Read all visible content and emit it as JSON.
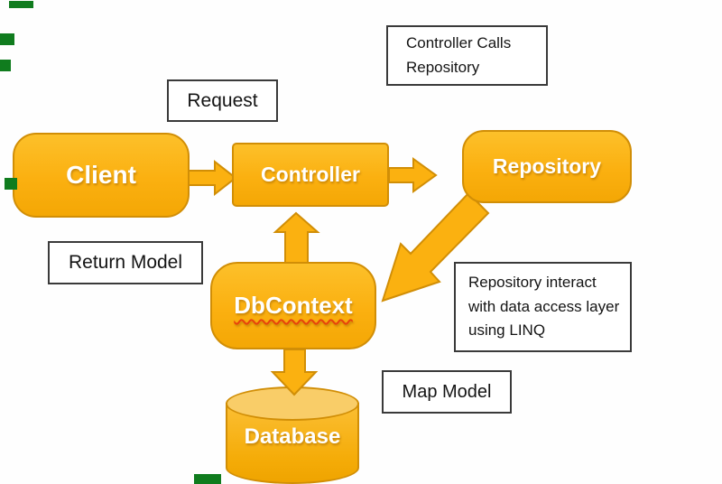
{
  "diagram": {
    "title_hint": "MVC Repository pattern flow diagram",
    "background": "#fefefe",
    "colors": {
      "node_fill": "#fbb010",
      "node_border": "#d18e06",
      "node_text": "#ffffff",
      "cylinder_top": "#f9cd68",
      "note_border": "#3a3a3a",
      "note_text": "#141414",
      "spellcheck_underline": "#e8420b",
      "artifact_green": "#107c1e"
    },
    "nodes": {
      "client": {
        "label": "Client"
      },
      "controller": {
        "label": "Controller"
      },
      "repository": {
        "label": "Repository"
      },
      "dbcontext": {
        "label": "DbContext"
      },
      "database": {
        "label": "Database"
      }
    },
    "labels": {
      "request": {
        "text": "Request"
      },
      "controller_calls": {
        "line1": "Controller Calls",
        "line2": "Repository"
      },
      "return_model": {
        "text": "Return Model"
      },
      "repository_interact": {
        "line1": "Repository interact",
        "line2": "with data access layer",
        "line3": "using LINQ"
      },
      "map_model": {
        "text": "Map Model"
      }
    },
    "arrows": [
      {
        "from": "client",
        "to": "controller",
        "direction": "right"
      },
      {
        "from": "controller",
        "to": "repository",
        "direction": "right"
      },
      {
        "from": "dbcontext",
        "to": "controller",
        "direction": "up"
      },
      {
        "from": "repository",
        "to": "dbcontext",
        "direction": "down-left"
      },
      {
        "from": "dbcontext",
        "to": "database",
        "direction": "down"
      }
    ]
  }
}
